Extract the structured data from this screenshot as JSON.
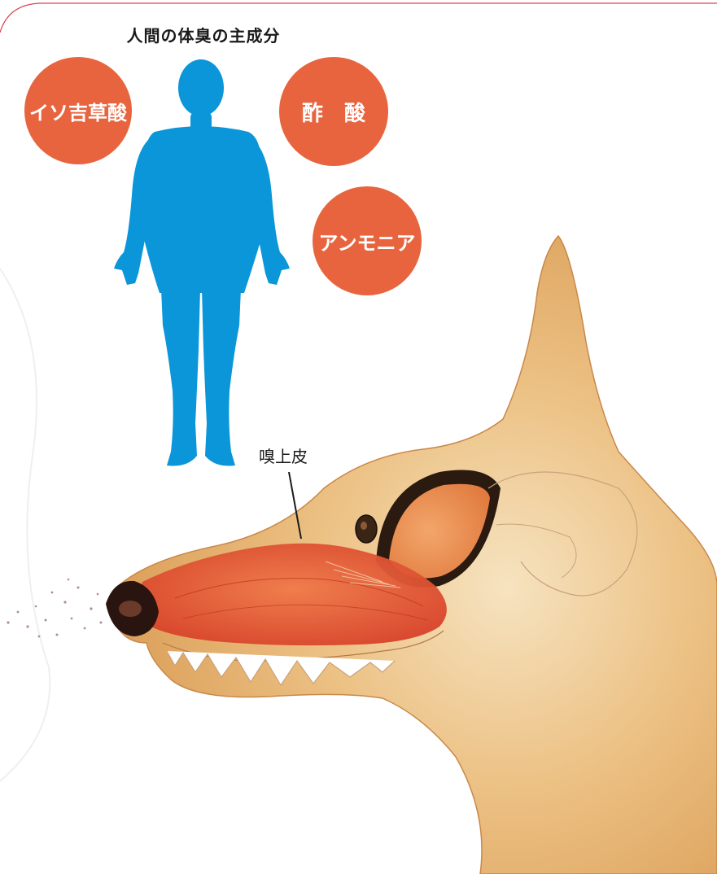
{
  "diagram": {
    "title": "人間の体臭の主成分",
    "components": [
      {
        "label": "イソ吉草酸"
      },
      {
        "label": "酢酸"
      },
      {
        "label": "アンモニア"
      }
    ],
    "callout_label": "嗅上皮",
    "colors": {
      "bubble": "#e8643f",
      "human_silhouette": "#0a96d8",
      "dog_fur": "#e6b06a",
      "olfactory_epithelium": "#e04a2a",
      "frame_line": "#d9434f"
    },
    "icons": [
      "human-silhouette-icon",
      "dog-head-icon",
      "scent-particles-icon"
    ]
  }
}
